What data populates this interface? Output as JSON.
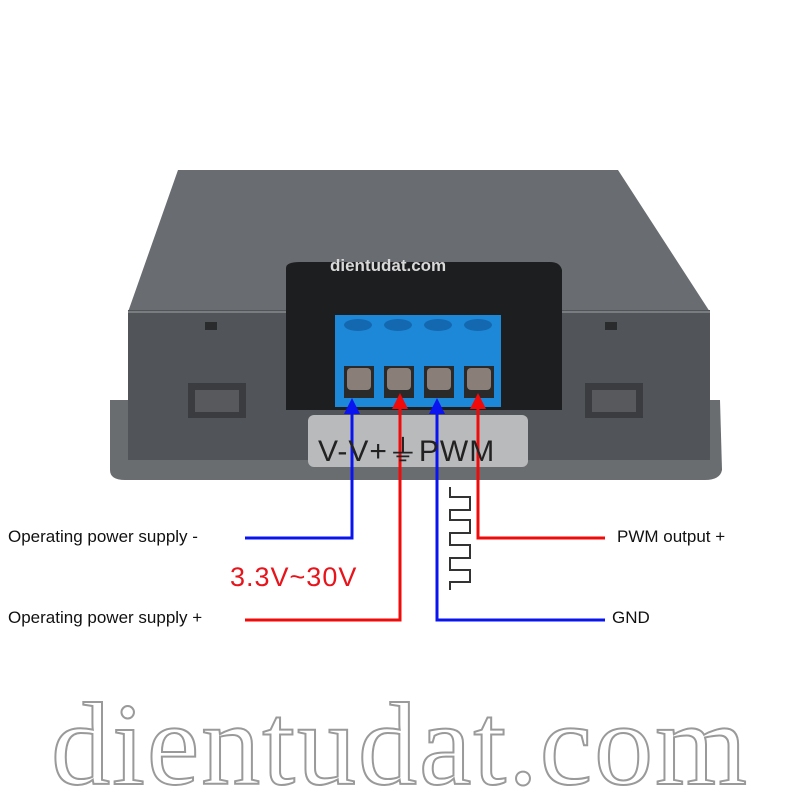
{
  "watermark": {
    "large": "dientudat.com",
    "small": "dientudat.com"
  },
  "terminal_label": "V-V+⏚PWM",
  "labels": {
    "supply_minus": "Operating power supply -",
    "supply_plus": "Operating power supply +",
    "voltage_range": "3.3V~30V",
    "pwm_output": "PWM output +",
    "gnd": "GND"
  },
  "colors": {
    "positive": "#f00a0a",
    "negative": "#0a14f0",
    "terminal_block": "#1e88d8",
    "housing": "#55585c"
  }
}
